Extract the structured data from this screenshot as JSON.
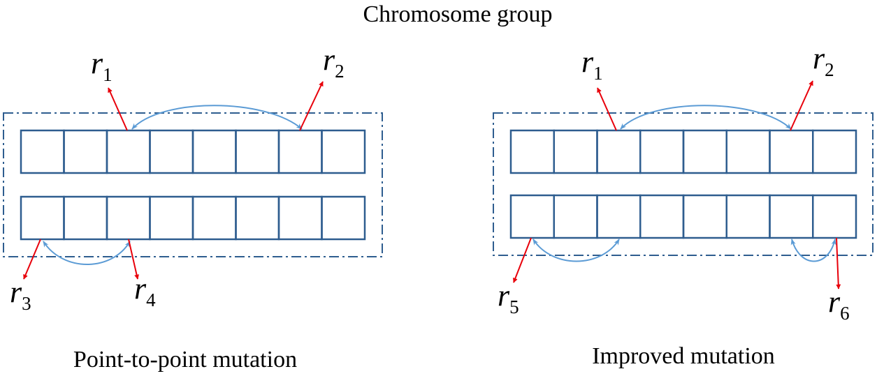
{
  "title": "Chromosome group",
  "colors": {
    "box_stroke": "#2e5d8f",
    "curve": "#5b9bd5",
    "pointer": "#e8000b",
    "text": "#000000"
  },
  "panels": [
    {
      "caption": "Point-to-point mutation",
      "labels": [
        {
          "base": "r",
          "sub": "1"
        },
        {
          "base": "r",
          "sub": "2"
        },
        {
          "base": "r",
          "sub": "3"
        },
        {
          "base": "r",
          "sub": "4"
        }
      ]
    },
    {
      "caption": "Improved mutation",
      "labels": [
        {
          "base": "r",
          "sub": "1"
        },
        {
          "base": "r",
          "sub": "2"
        },
        {
          "base": "r",
          "sub": "5"
        },
        {
          "base": "r",
          "sub": "6"
        }
      ]
    }
  ]
}
